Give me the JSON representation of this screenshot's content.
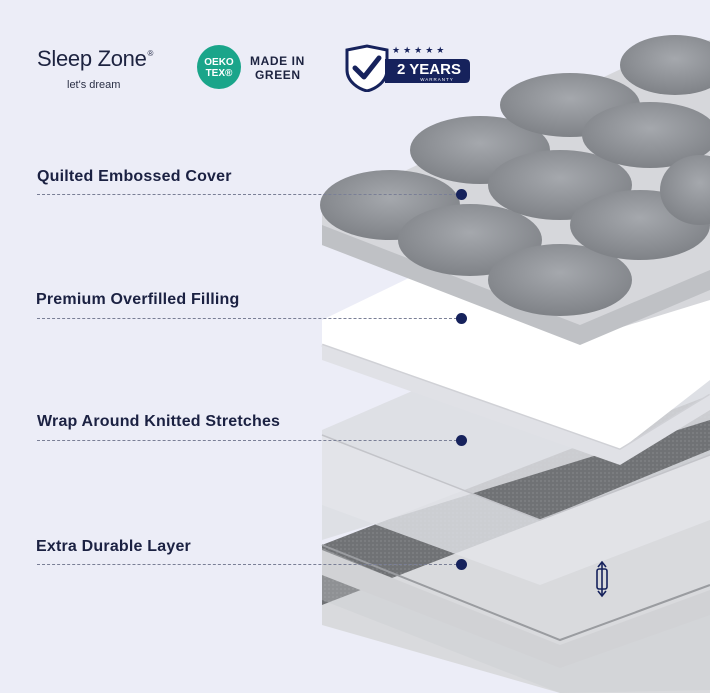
{
  "header": {
    "brand_name": "Sleep Zone",
    "brand_mark": "®",
    "brand_tagline": "let's dream",
    "cert_badge_top": "OEKO",
    "cert_badge_bottom": "TEX®",
    "cert_text_line1": "MADE IN",
    "cert_text_line2": "GREEN",
    "warranty_main": "2 YEARS",
    "warranty_sub": "WARRANTY",
    "warranty_stars": "★★★★★"
  },
  "layers": [
    {
      "label": "Quilted Embossed Cover"
    },
    {
      "label": "Premium Overfilled Filling"
    },
    {
      "label": "Wrap Around Knitted Stretches"
    },
    {
      "label": "Extra Durable Layer"
    }
  ],
  "colors": {
    "background": "#ecedf7",
    "navy": "#16225c",
    "teal": "#1aa58a",
    "quilt_gray": "#8e9196",
    "durable_gray": "#6e7073"
  }
}
